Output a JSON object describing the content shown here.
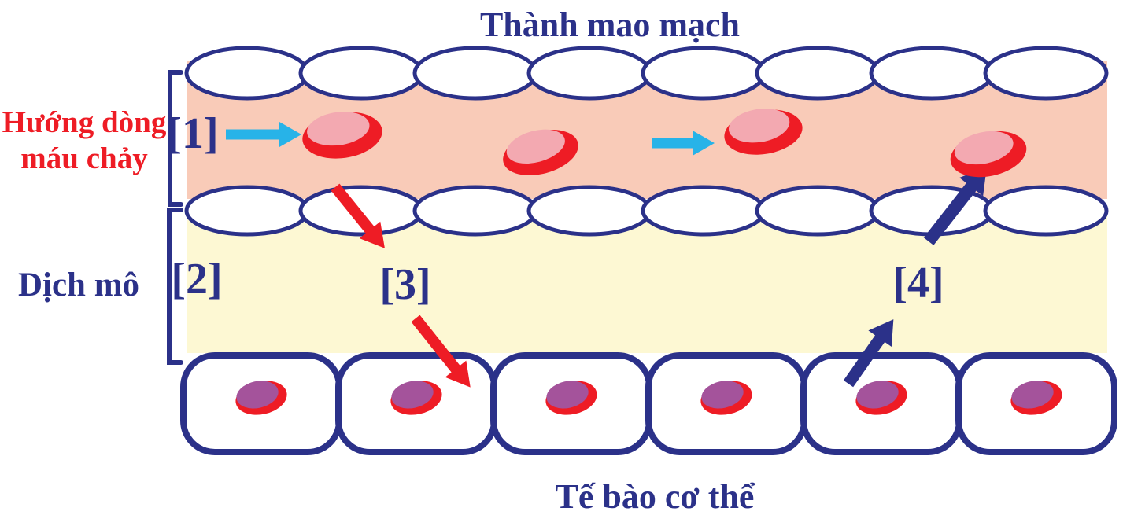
{
  "title_top": "Thành mao mạch",
  "title_bottom": "Tế bào cơ thể",
  "flow_label": {
    "line1": "Hướng dòng",
    "line2": "máu chảy"
  },
  "tissue_fluid_label": "Dịch mô",
  "refs": {
    "r1": "[1]",
    "r2": "[2]",
    "r3": "[3]",
    "r4": "[4]"
  },
  "colors": {
    "navy": "#2b3189",
    "red": "#ee1c25",
    "cyan": "#27b3e8",
    "capillary_fill": "#f9cbb8",
    "tissue_fluid_fill": "#fdf8d3",
    "rbc_highlight": "#f3a9b1",
    "nucleus_purple": "#a4539b"
  }
}
